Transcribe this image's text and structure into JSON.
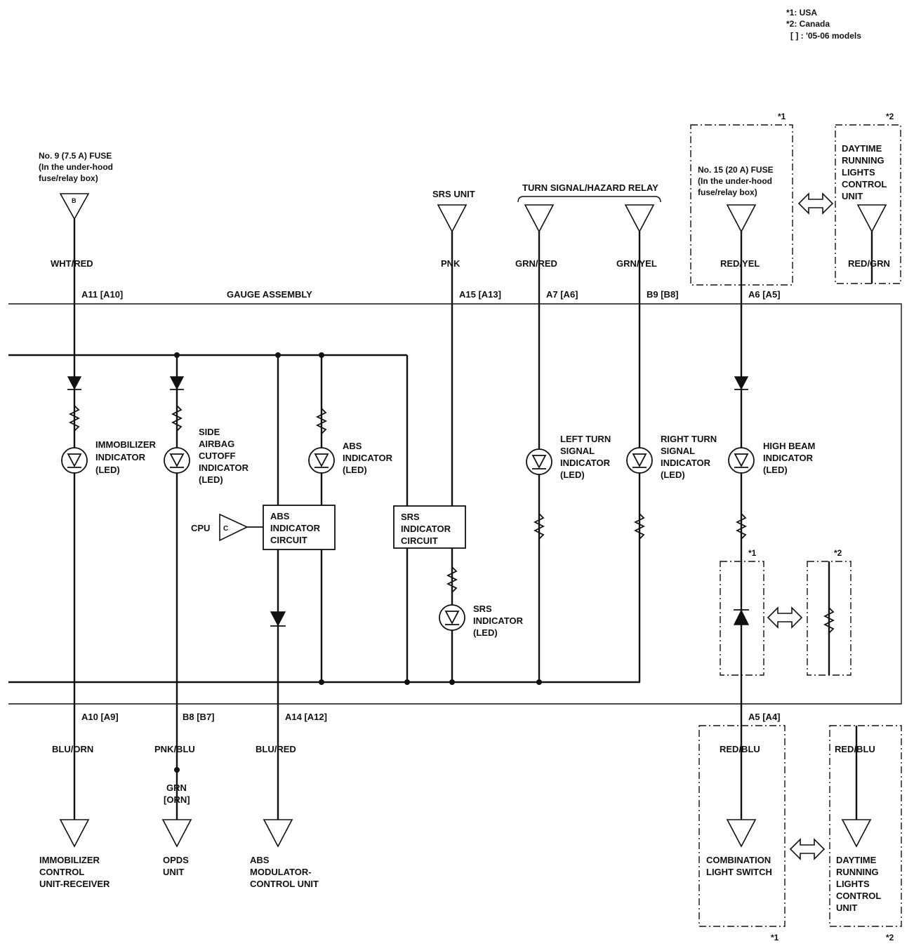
{
  "legend": {
    "usa": "*1: USA",
    "canada": "*2: Canada",
    "models": "[  ] : '05-06 models"
  },
  "notes": {
    "star1": "*1",
    "star2": "*2"
  },
  "fuse9": {
    "line1": "No. 9 (7.5 A) FUSE",
    "line2": "(In the under-hood",
    "line3": "fuse/relay box)",
    "terminal": "B"
  },
  "fuse15": {
    "line1": "No. 15 (20 A) FUSE",
    "line2": "(In the under-hood",
    "line3": "fuse/relay box)"
  },
  "srs_unit": "SRS UNIT",
  "turn_relay": "TURN SIGNAL/HAZARD RELAY",
  "drl_top": [
    "DAYTIME",
    "RUNNING",
    "LIGHTS",
    "CONTROL",
    "UNIT"
  ],
  "wires": {
    "wht_red": "WHT/RED",
    "pnk": "PNK",
    "grn_red": "GRN/RED",
    "grn_yel": "GRN/YEL",
    "red_yel": "RED/YEL",
    "red_grn": "RED/GRN",
    "blu_orn": "BLU/ORN",
    "pnk_blu": "PNK/BLU",
    "grn": "GRN",
    "orn": "[ORN]",
    "blu_red": "BLU/RED",
    "red_blu_1": "RED/BLU",
    "red_blu_2": "RED/BLU"
  },
  "pins": {
    "a11": "A11  [A10]",
    "a15": "A15  [A13]",
    "a7": "A7  [A6]",
    "b9": "B9  [B8]",
    "a6": "A6  [A5]",
    "a10": "A10  [A9]",
    "b8": "B8  [B7]",
    "a14": "A14  [A12]",
    "a5": "A5  [A4]"
  },
  "gauge_assembly": "GAUGE ASSEMBLY",
  "indicators": {
    "immobilizer": [
      "IMMOBILIZER",
      "INDICATOR",
      "(LED)"
    ],
    "side_airbag": [
      "SIDE",
      "AIRBAG",
      "CUTOFF",
      "INDICATOR",
      "(LED)"
    ],
    "abs": [
      "ABS",
      "INDICATOR",
      "(LED)"
    ],
    "left_turn": [
      "LEFT TURN",
      "SIGNAL",
      "INDICATOR",
      "(LED)"
    ],
    "right_turn": [
      "RIGHT TURN",
      "SIGNAL",
      "INDICATOR",
      "(LED)"
    ],
    "high_beam": [
      "HIGH BEAM",
      "INDICATOR",
      "(LED)"
    ],
    "srs": [
      "SRS",
      "INDICATOR",
      "(LED)"
    ]
  },
  "circuits": {
    "abs": [
      "ABS",
      "INDICATOR",
      "CIRCUIT"
    ],
    "srs": [
      "SRS",
      "INDICATOR",
      "CIRCUIT"
    ]
  },
  "cpu": {
    "label": "CPU",
    "terminal": "C"
  },
  "destinations": {
    "immobilizer": [
      "IMMOBILIZER",
      "CONTROL",
      "UNIT-RECEIVER"
    ],
    "opds": [
      "OPDS",
      "UNIT"
    ],
    "abs": [
      "ABS",
      "MODULATOR-",
      "CONTROL UNIT"
    ],
    "combination": [
      "COMBINATION",
      "LIGHT SWITCH"
    ],
    "drl": [
      "DAYTIME",
      "RUNNING",
      "LIGHTS",
      "CONTROL",
      "UNIT"
    ]
  }
}
